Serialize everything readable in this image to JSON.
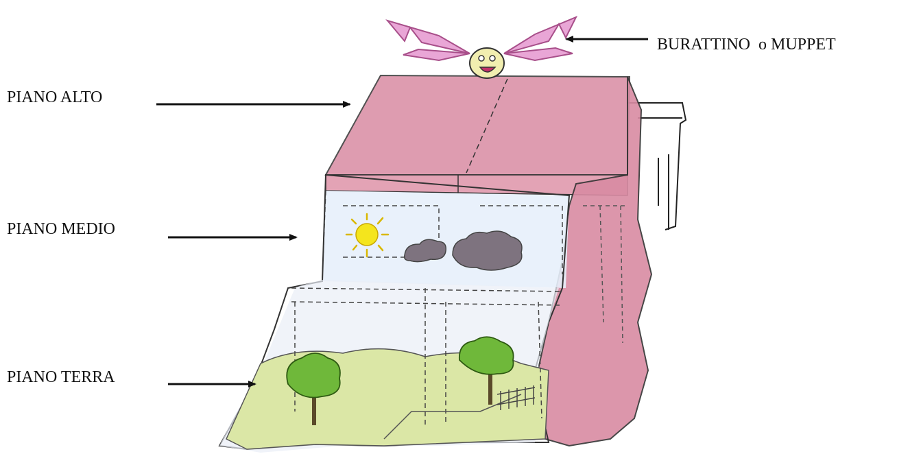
{
  "labels": {
    "piano_alto": "PIANO ALTO",
    "piano_medio": "PIANO MEDIO",
    "piano_terra": "PIANO TERRA",
    "puppet_main": "BURATTINO",
    "puppet_conj": "o",
    "puppet_alt": "MUPPET"
  },
  "colors": {
    "sheet_pink": "#d98ba3",
    "sky_blue": "#e7f0fb",
    "grass_green": "#dbe7a6",
    "tree_green": "#6fb83a",
    "sun_yellow": "#f4e51d",
    "cloud_gray": "#7e737f",
    "puppet_pink": "#e9a6d6"
  }
}
